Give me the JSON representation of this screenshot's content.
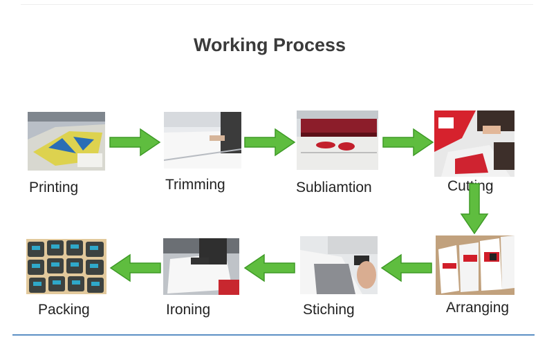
{
  "title": "Working Process",
  "steps": [
    {
      "label": "Printing"
    },
    {
      "label": "Trimming"
    },
    {
      "label": "Subliamtion"
    },
    {
      "label": "Cutting"
    },
    {
      "label": "Arranging"
    },
    {
      "label": "Stiching"
    },
    {
      "label": "Ironing"
    },
    {
      "label": "Packing"
    }
  ],
  "colors": {
    "arrow": "#5fbd3f",
    "arrow_edge": "#3e9a26",
    "accent": "#d61f2a"
  }
}
